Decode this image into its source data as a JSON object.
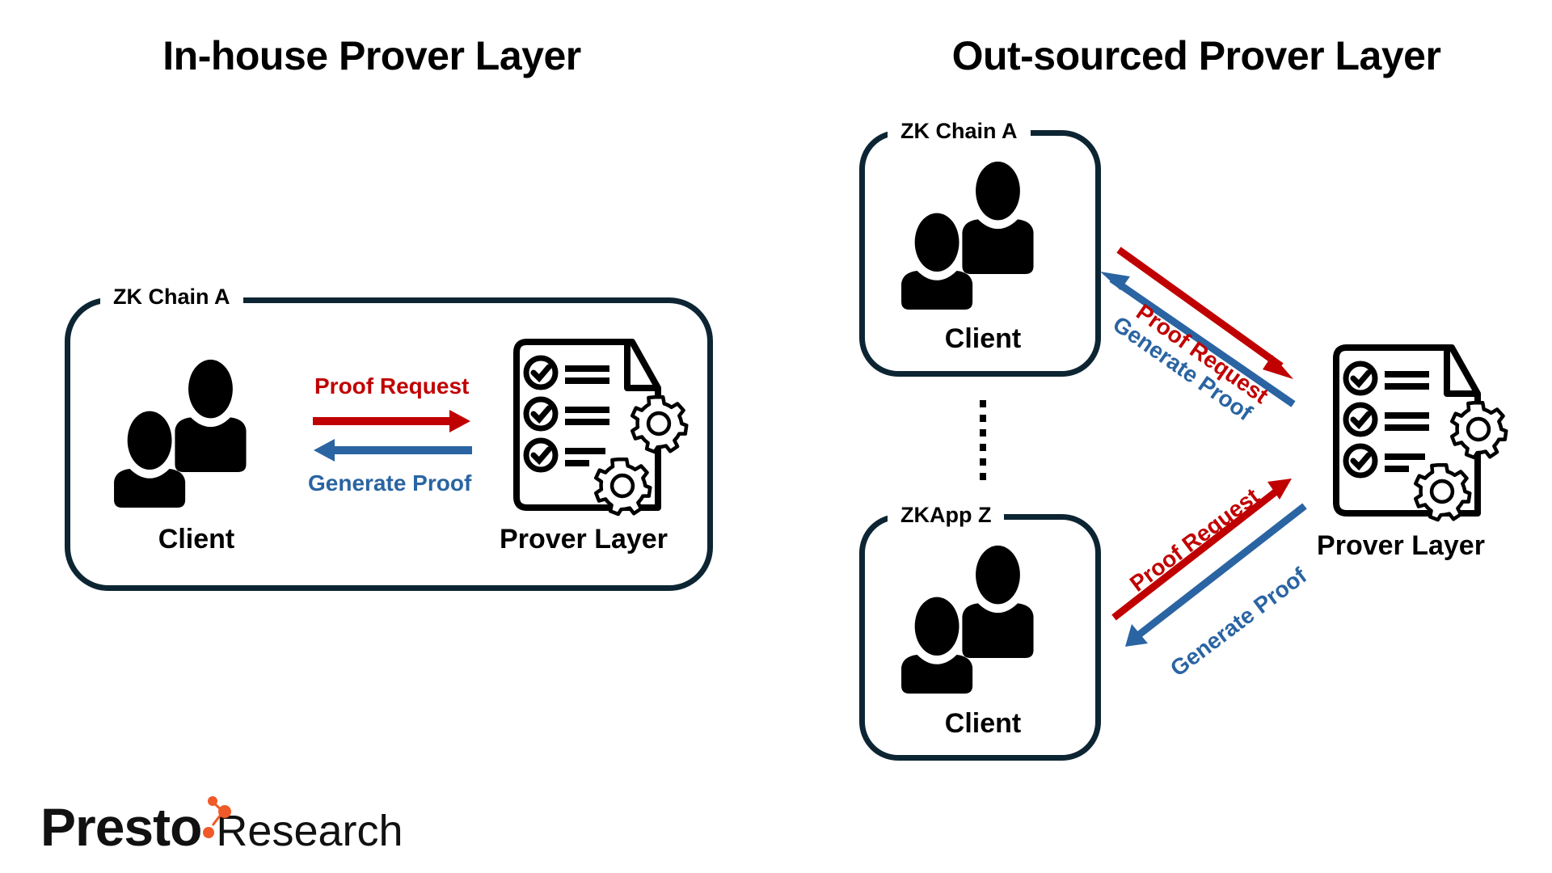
{
  "titles": {
    "left": "In-house Prover Layer",
    "right": "Out-sourced Prover Layer"
  },
  "left_panel": {
    "container_label": "ZK Chain A",
    "client_label": "Client",
    "prover_label": "Prover Layer",
    "request_label": "Proof Request",
    "response_label": "Generate Proof"
  },
  "right_panel": {
    "top_container_label": "ZK Chain A",
    "bottom_container_label": "ZKApp Z",
    "top_client_label": "Client",
    "bottom_client_label": "Client",
    "prover_label": "Prover Layer",
    "top_request_label": "Proof Request",
    "top_response_label": "Generate Proof",
    "bottom_request_label": "Proof Request",
    "bottom_response_label": "Generate Proof"
  },
  "colors": {
    "request": "#c00000",
    "response": "#2a64a2",
    "border": "#0d2533",
    "logo_accent": "#f05a28"
  },
  "logo": {
    "brand": "Presto",
    "suffix": "Research"
  }
}
